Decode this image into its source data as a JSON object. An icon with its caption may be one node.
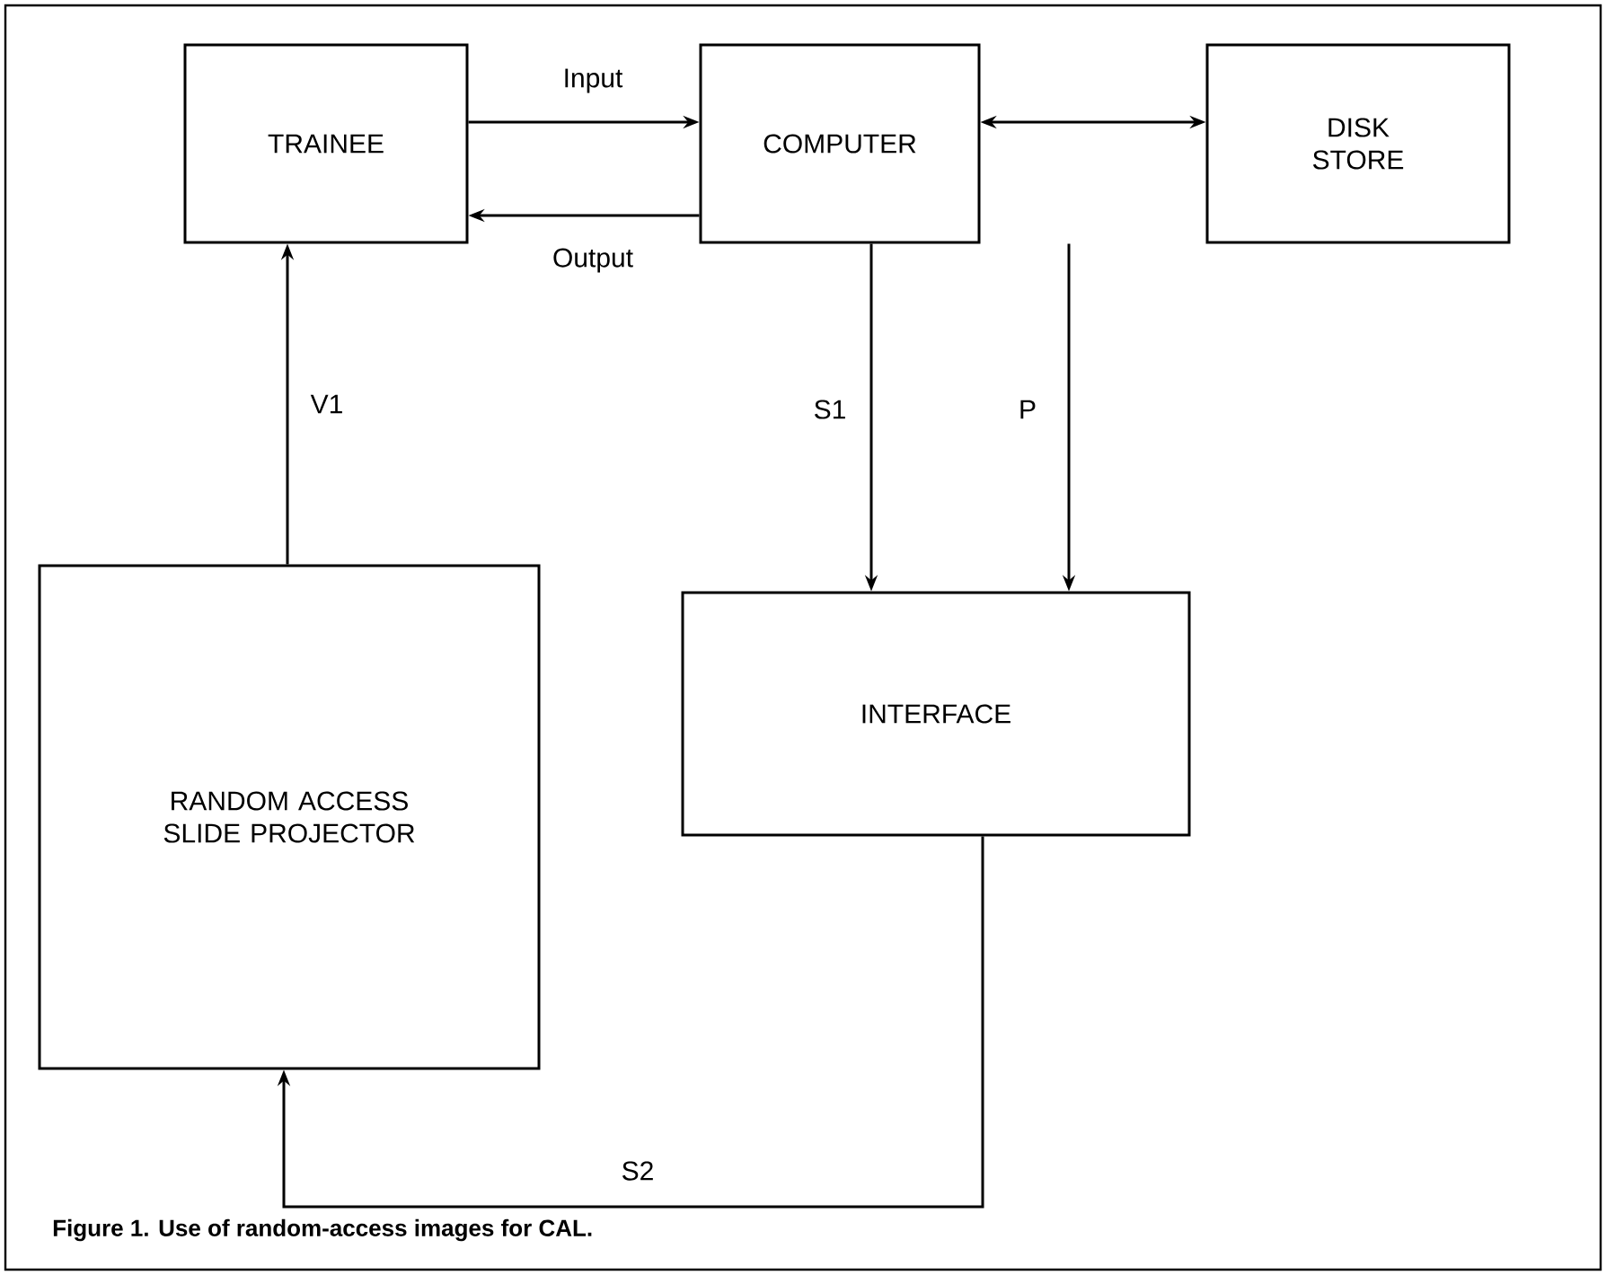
{
  "diagram": {
    "caption": "Figure 1. Use of random-access images for CAL.",
    "nodes": [
      {
        "text": [
          "TRAINEE"
        ]
      },
      {
        "text": [
          "COMPUTER"
        ]
      },
      {
        "text": [
          "DISK STORE"
        ]
      },
      {
        "text": [
          "RANDOM ACCESS SLIDE PROJECTOR"
        ]
      },
      {
        "text": [
          "INTERFACE"
        ]
      }
    ],
    "edges": [
      {
        "from": 0,
        "to": 1,
        "arrow": "to",
        "label": "Input"
      },
      {
        "from": 1,
        "to": 0,
        "arrow": "to",
        "label": "Output"
      },
      {
        "from": 1,
        "to": 2,
        "arrow": "both"
      },
      {
        "from": 3,
        "to": 0,
        "arrow": "to",
        "label": "V1"
      },
      {
        "from": 1,
        "to": 4,
        "arrow": "to",
        "label": "S1"
      },
      {
        "from": 1,
        "to": 4,
        "arrow": "to",
        "label": "P"
      },
      {
        "from": 4,
        "to": 3,
        "arrow": "to",
        "label": "S2"
      }
    ]
  }
}
